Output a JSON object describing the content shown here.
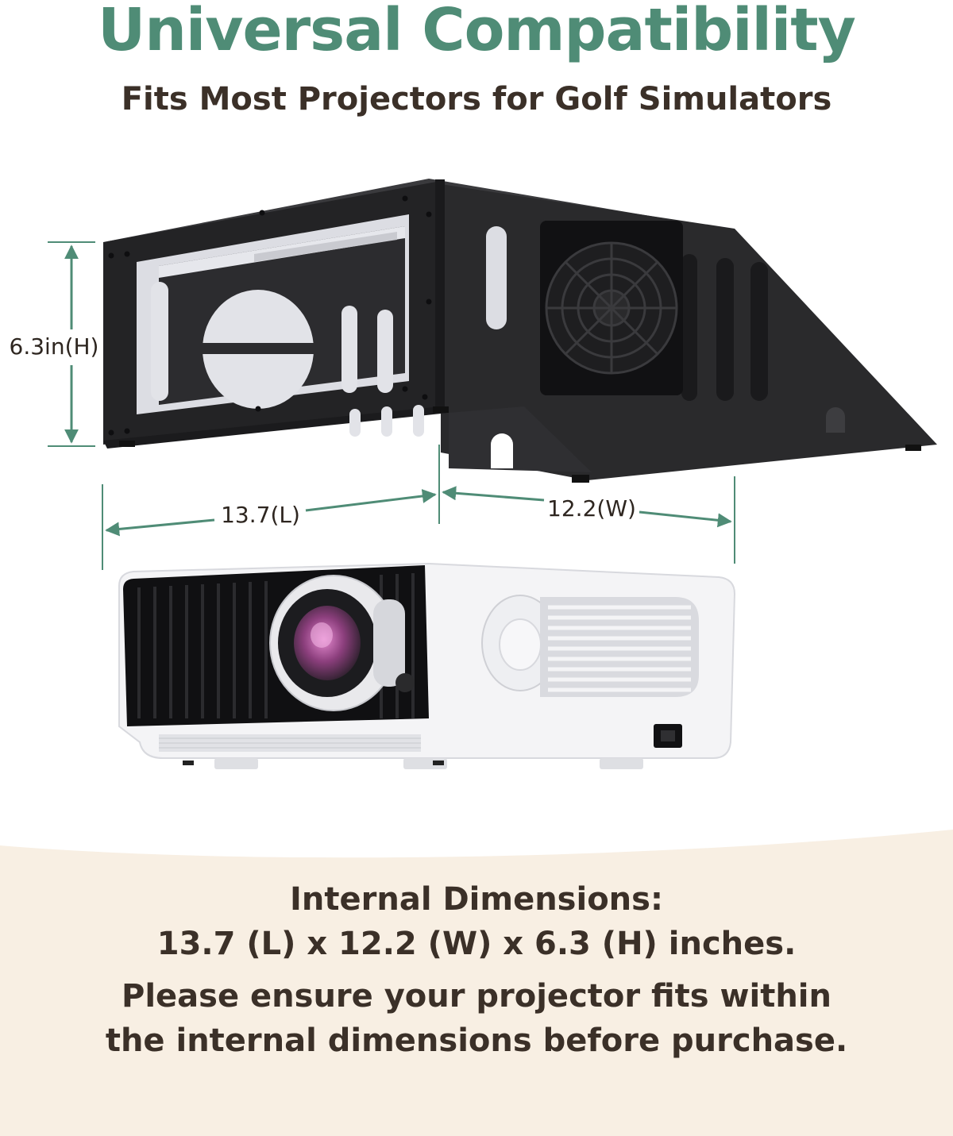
{
  "header": {
    "title": "Universal Compatibility",
    "subtitle": "Fits Most  Projectors for Golf Simulators"
  },
  "dimensions": {
    "height_label": "6.3in(H)",
    "length_label": "13.7(L)",
    "width_label": "12.2(W)"
  },
  "footer": {
    "heading": "Internal Dimensions:",
    "size": "13.7 (L) x 12.2 (W) x 6.3 (H) inches.",
    "note": "Please ensure your projector fits within the internal dimensions before purchase."
  },
  "colors": {
    "accent_green": "#4f8c76",
    "text_brown": "#3b3028",
    "band_cream": "#f8efe3",
    "enclosure_black": "#2a2a2c"
  }
}
